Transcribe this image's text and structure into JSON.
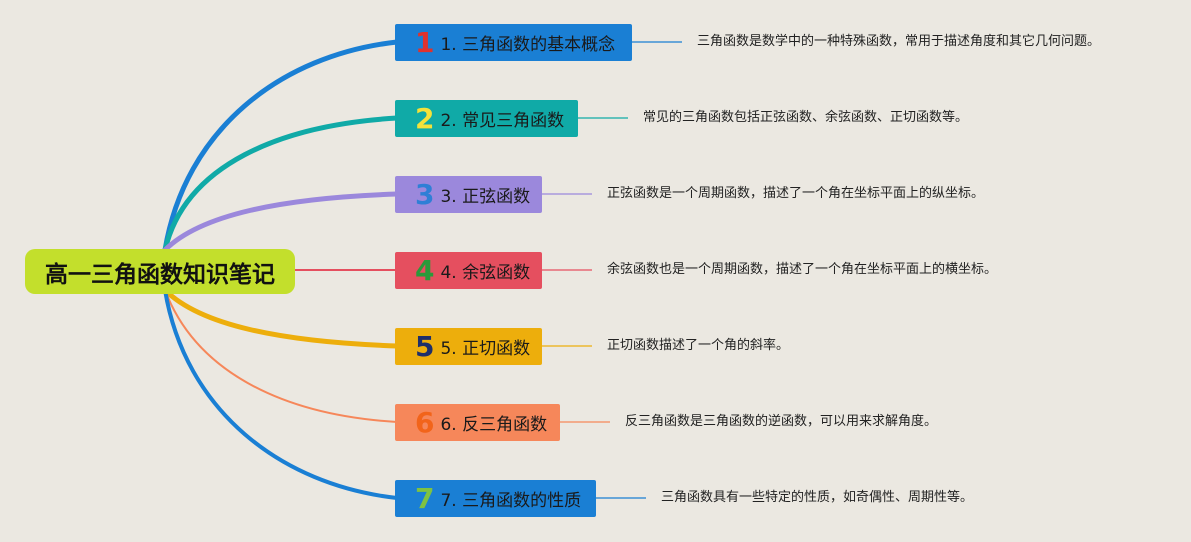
{
  "root": {
    "label": "高一三角函数知识笔记",
    "color": "#c3df2c"
  },
  "branches": [
    {
      "number": "1",
      "label": "1. 三角函数的基本概念",
      "description": "三角函数是数学中的一种特殊函数，常用于描述角度和其它几何问题。",
      "color": "#1a7fd4",
      "line_color": "#1a7fd4",
      "number_color": "#e0322d"
    },
    {
      "number": "2",
      "label": "2. 常见三角函数",
      "description": "常见的三角函数包括正弦函数、余弦函数、正切函数等。",
      "color": "#10aaa7",
      "line_color": "#10aaa7",
      "number_color": "#f4e23a"
    },
    {
      "number": "3",
      "label": "3. 正弦函数",
      "description": "正弦函数是一个周期函数，描述了一个角在坐标平面上的纵坐标。",
      "color": "#9b88dc",
      "line_color": "#9b88dc",
      "number_color": "#2f7fd6"
    },
    {
      "number": "4",
      "label": "4. 余弦函数",
      "description": "余弦函数也是一个周期函数，描述了一个角在坐标平面上的横坐标。",
      "color": "#e54f5f",
      "line_color": "#e54f5f",
      "number_color": "#2a9a3a"
    },
    {
      "number": "5",
      "label": "5. 正切函数",
      "description": "正切函数描述了一个角的斜率。",
      "color": "#edae0c",
      "line_color": "#edae0c",
      "number_color": "#1e2f6a"
    },
    {
      "number": "6",
      "label": "6. 反三角函数",
      "description": "反三角函数是三角函数的逆函数，可以用来求解角度。",
      "color": "#f6875a",
      "line_color": "#f6875a",
      "number_color": "#f2641a"
    },
    {
      "number": "7",
      "label": "7. 三角函数的性质",
      "description": "三角函数具有一些特定的性质，如奇偶性、周期性等。",
      "color": "#1a7fd4",
      "line_color": "#1a7fd4",
      "number_color": "#7ec242"
    }
  ]
}
